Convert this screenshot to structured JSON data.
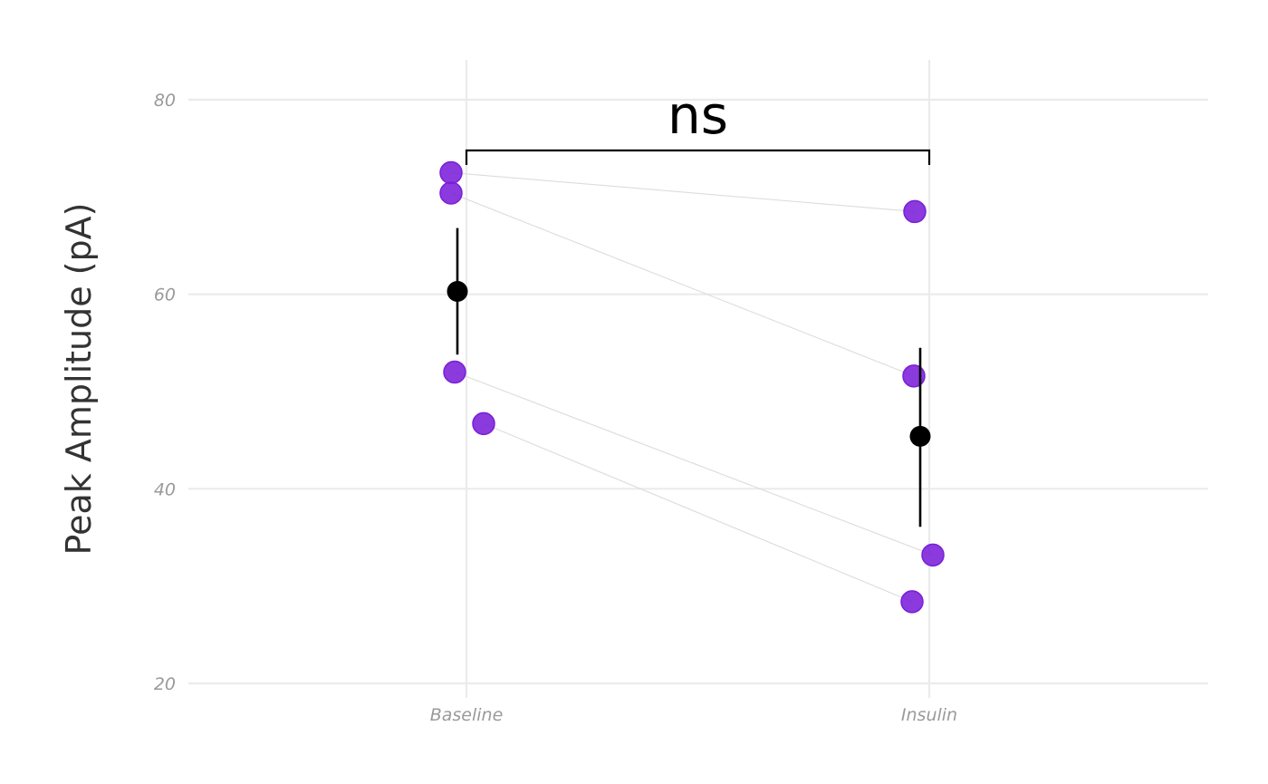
{
  "chart_data": {
    "type": "scatter",
    "title": "",
    "xlabel": "",
    "ylabel": "Peak Amplitude (pA)",
    "categories": [
      "Baseline",
      "Insulin"
    ],
    "ylim": [
      20,
      84
    ],
    "yticks": [
      20,
      40,
      60,
      80
    ],
    "grid": true,
    "legend": "none",
    "point_color": "#7a1fd8",
    "mean_color": "#000000",
    "paired_points": [
      {
        "baseline": 72.5,
        "insulin": 68.5
      },
      {
        "baseline": 70.4,
        "insulin": 51.6
      },
      {
        "baseline": 52.0,
        "insulin": 33.2
      },
      {
        "baseline": 46.7,
        "insulin": 28.4
      }
    ],
    "summary": [
      {
        "category": "Baseline",
        "mean": 60.3,
        "lower": 53.8,
        "upper": 66.8
      },
      {
        "category": "Insulin",
        "mean": 45.4,
        "lower": 36.1,
        "upper": 54.5
      }
    ],
    "significance": {
      "from": "Baseline",
      "to": "Insulin",
      "label": "ns"
    }
  }
}
